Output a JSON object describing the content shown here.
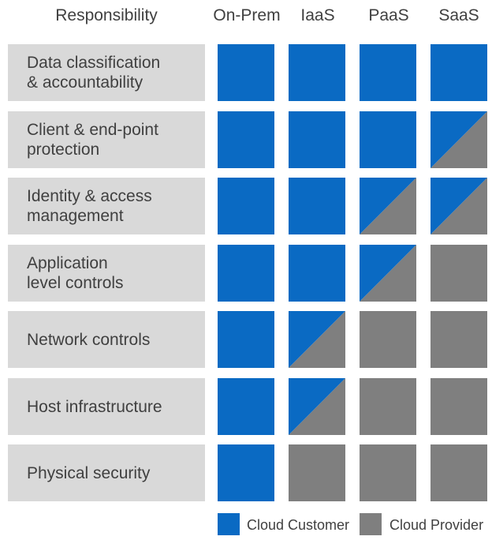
{
  "headers": {
    "responsibility": "Responsibility",
    "columns": [
      "On-Prem",
      "IaaS",
      "PaaS",
      "SaaS"
    ]
  },
  "rows": [
    {
      "label": "Data classification\n& accountability",
      "cells": [
        "customer",
        "customer",
        "customer",
        "customer"
      ]
    },
    {
      "label": "Client & end-point\nprotection",
      "cells": [
        "customer",
        "customer",
        "customer",
        "shared"
      ]
    },
    {
      "label": "Identity & access\nmanagement",
      "cells": [
        "customer",
        "customer",
        "shared",
        "shared"
      ]
    },
    {
      "label": "Application\nlevel controls",
      "cells": [
        "customer",
        "customer",
        "shared",
        "provider"
      ]
    },
    {
      "label": "Network controls",
      "cells": [
        "customer",
        "shared",
        "provider",
        "provider"
      ]
    },
    {
      "label": "Host infrastructure",
      "cells": [
        "customer",
        "shared",
        "provider",
        "provider"
      ]
    },
    {
      "label": "Physical security",
      "cells": [
        "customer",
        "provider",
        "provider",
        "provider"
      ]
    }
  ],
  "legend": {
    "customer_label": "Cloud Customer",
    "provider_label": "Cloud Provider"
  },
  "colors": {
    "customer": "#0a6ac3",
    "provider": "#7f7f7f",
    "label_bg": "#d9d9d9"
  }
}
